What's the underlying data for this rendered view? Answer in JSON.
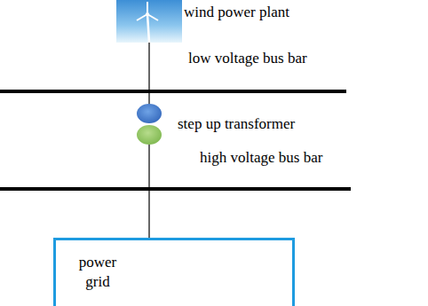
{
  "diagram": {
    "nodes": [
      {
        "text": [
          "power grid"
        ]
      }
    ],
    "labels": [
      "wind power plant",
      "low voltage bus bar",
      "step up transformer",
      "high voltage bus bar"
    ]
  }
}
